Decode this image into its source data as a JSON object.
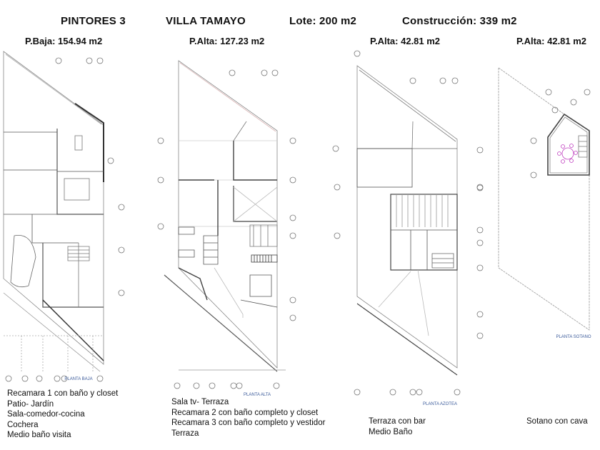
{
  "header": {
    "title": "PINTORES 3",
    "location": "VILLA TAMAYO",
    "lot": "Lote: 200 m2",
    "construction": "Construcción: 339 m2"
  },
  "floors": [
    {
      "area_label": "P.Baja: 154.94 m2",
      "plan_title": "PLANTA BAJA",
      "features": [
        "Recamara 1 con baño y closet",
        "Patio- Jardín",
        "Sala-comedor-cocina",
        "Cochera",
        "Medio baño visita"
      ]
    },
    {
      "area_label": "P.Alta: 127.23 m2",
      "plan_title": "PLANTA ALTA",
      "features": [
        "Sala tv- Terraza",
        "Recamara 2 con baño completo y closet",
        "Recamara 3 con baño completo y vestidor",
        "Terraza"
      ]
    },
    {
      "area_label": "P.Alta: 42.81 m2",
      "plan_title": "PLANTA AZOTEA",
      "features": [
        "Terraza con bar",
        "Medio Baño"
      ]
    },
    {
      "area_label": "P.Alta: 42.81 m2",
      "plan_title": "PLANTA SOTANO",
      "features": [
        "Sotano con cava"
      ]
    }
  ],
  "colors": {
    "plan_line": "#6b6b6b",
    "plan_label": "#3a5a9a",
    "table": "#c040c0"
  }
}
